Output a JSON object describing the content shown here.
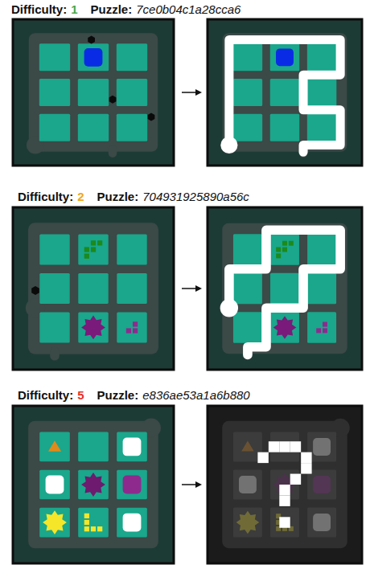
{
  "diagram": {
    "labels": [
      "Difficulty:",
      "1",
      "Puzzle:",
      "7ce0b04c1a28cca6",
      "Difficulty:",
      "2",
      "Puzzle:",
      "704931925890a56c",
      "Difficulty:",
      "5",
      "Puzzle:",
      "e836ae53a1a6b880"
    ]
  }
}
